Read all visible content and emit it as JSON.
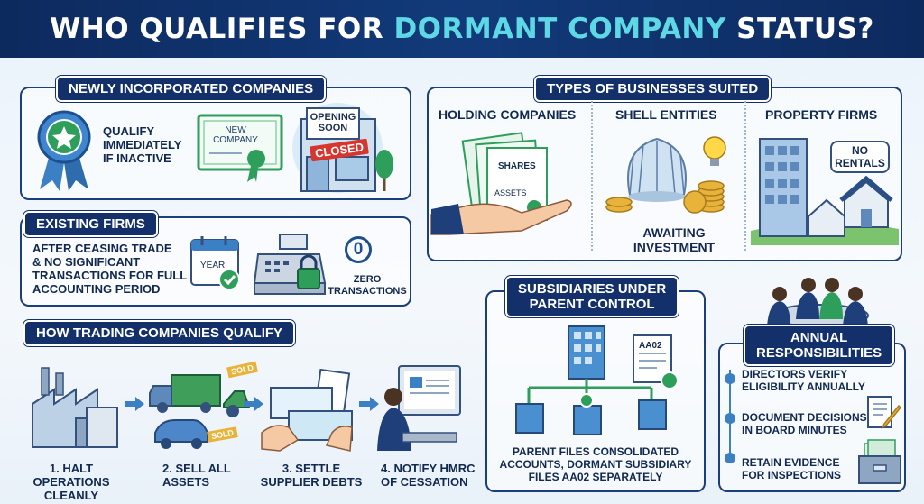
{
  "title": {
    "prefix": "WHO QUALIFIES FOR",
    "highlight": "DORMANT COMPANY",
    "suffix": "STATUS?"
  },
  "newly": {
    "heading": "NEWLY INCORPORATED COMPANIES",
    "qualify": [
      "QUALIFY",
      "IMMEDIATELY",
      "IF INACTIVE"
    ],
    "cert_text": [
      "NEW",
      "COMPANY"
    ],
    "sign_opening": [
      "OPENING",
      "SOON"
    ],
    "sign_closed": "CLOSED"
  },
  "existing": {
    "heading": "EXISTING FIRMS",
    "text": [
      "AFTER CEASING TRADE",
      "& NO SIGNIFICANT",
      "TRANSACTIONS FOR FULL",
      "ACCOUNTING PERIOD"
    ],
    "calendar_label": "YEAR",
    "zero_glyph": "0",
    "zero_text": [
      "ZERO",
      "TRANSACTIONS"
    ]
  },
  "types": {
    "heading": "TYPES OF BUSINESSES SUITED",
    "holding": "HOLDING COMPANIES",
    "shell": "SHELL ENTITIES",
    "property": "PROPERTY FIRMS",
    "doc_shares": "SHARES",
    "doc_assets": "ASSETS",
    "awaiting": [
      "AWAITING",
      "INVESTMENT"
    ],
    "no_rentals": [
      "NO",
      "RENTALS"
    ]
  },
  "trading": {
    "heading": "HOW TRADING COMPANIES QUALIFY",
    "steps": [
      {
        "label": [
          "1. HALT OPERATIONS",
          "CLEANLY"
        ]
      },
      {
        "label": [
          "2. SELL ALL",
          "ASSETS"
        ],
        "tag1": "SOLD",
        "tag2": "SOLD"
      },
      {
        "label": [
          "3. SETTLE",
          "SUPPLIER DEBTS"
        ]
      },
      {
        "label": [
          "4. NOTIFY HMRC",
          "OF CESSATION"
        ]
      }
    ]
  },
  "subsidiaries": {
    "heading": [
      "SUBSIDIARIES UNDER",
      "PARENT CONTROL"
    ],
    "form_label": "AA02",
    "text": [
      "PARENT FILES CONSOLIDATED",
      "ACCOUNTS, DORMANT SUBSIDIARY",
      "FILES AA02 SEPARATELY"
    ]
  },
  "annual": {
    "heading": [
      "ANNUAL",
      "RESPONSIBILITIES"
    ],
    "items": [
      [
        "DIRECTORS VERIFY",
        "ELIGIBILITY ANNUALLY"
      ],
      [
        "DOCUMENT DECISIONS",
        "IN BOARD MINUTES"
      ],
      [
        "RETAIN EVIDENCE",
        "FOR INSPECTIONS"
      ]
    ]
  },
  "colors": {
    "navy": "#13306a",
    "teal": "#5fd8e6",
    "green": "#2e9e5b",
    "blue": "#3b7fc4",
    "gold": "#e8b33a"
  }
}
